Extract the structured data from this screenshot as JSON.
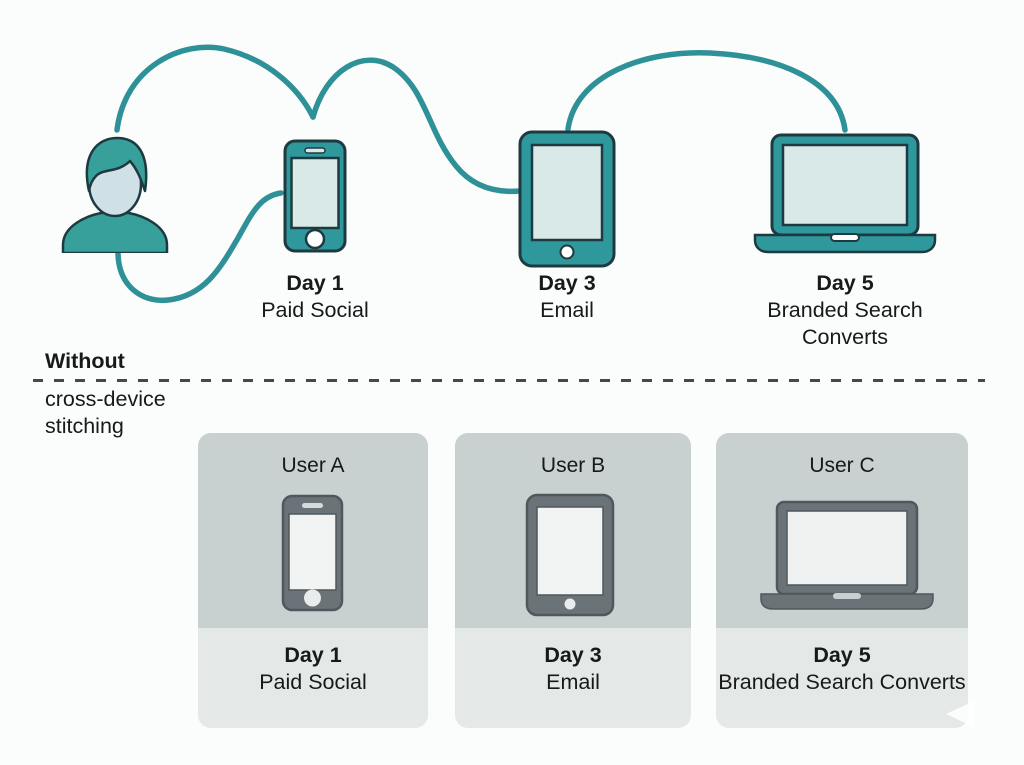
{
  "journey": {
    "person_icon": "user-person-icon",
    "steps": [
      {
        "day": "Day 1",
        "channel": "Paid Social",
        "icon": "smartphone-icon"
      },
      {
        "day": "Day 3",
        "channel": "Email",
        "icon": "tablet-icon"
      },
      {
        "day": "Day 5",
        "channel": "Branded Search Converts",
        "icon": "laptop-icon"
      }
    ]
  },
  "divider": {
    "heading": "Without",
    "subheading": "cross-device stitching"
  },
  "cards": [
    {
      "user": "User A",
      "day": "Day 1",
      "channel": "Paid Social",
      "icon": "smartphone-icon"
    },
    {
      "user": "User B",
      "day": "Day 3",
      "channel": "Email",
      "icon": "tablet-icon"
    },
    {
      "user": "User C",
      "day": "Day 5",
      "channel": "Branded Search Converts",
      "icon": "laptop-icon"
    }
  ],
  "colors": {
    "teal_device": "#2f989d",
    "teal_person": "#38a09a",
    "teal_line": "#2e9198",
    "device_screen": "#d9e9e8",
    "outline_dark": "#1d3a40",
    "gray_device": "#6a7377",
    "gray_screen": "#f2f4f4",
    "card_top_bg": "#c9d0d0",
    "card_bottom_bg": "#e4e8e7",
    "dash": "#44494c",
    "text": "#17191a",
    "background": "#fbfcfc"
  }
}
